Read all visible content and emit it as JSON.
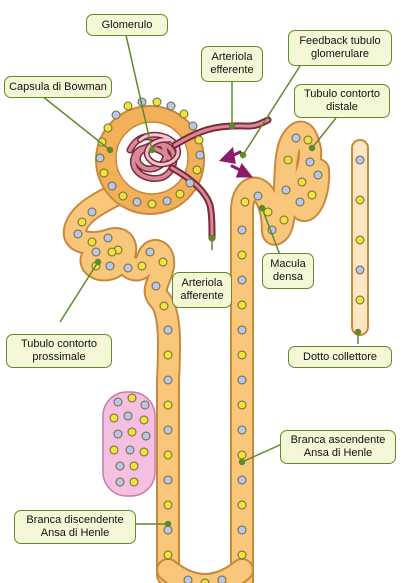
{
  "labels": {
    "glomerulo": "Glomerulo",
    "capsula": "Capsula di Bowman",
    "arteriola_efferente": "Arteriola\nefferente",
    "feedback": "Feedback tubulo\nglomerulare",
    "tubulo_distale": "Tubulo contorto\ndistale",
    "macula_densa": "Macula\ndensa",
    "arteriola_afferente": "Arteriola\nafferente",
    "tubulo_prossimale": "Tubulo contorto\nprossimale",
    "dotto_collettore": "Dotto collettore",
    "branca_ascendente": "Branca ascendente\nAnsa di Henle",
    "branca_discendente": "Branca discendente\nAnsa di Henle"
  },
  "colors": {
    "tubule_fill": "#f9c77c",
    "tubule_stroke": "#c9893a",
    "capsule_fill": "#f3b05a",
    "vessel": "#7a2a3c",
    "capillary": "#d98896",
    "capillary_light": "#f2c4cc",
    "duct_fill": "#fde6c4",
    "vasa_recta": "#f4bfe0",
    "vasa_recta_stroke": "#c97aab",
    "cell_yellow": "#f2e13a",
    "cell_blue": "#b9c6ea",
    "cell_stroke": "#6b6a3a",
    "label_bg": "#f4f8d6",
    "label_border": "#5e8a2a",
    "arrow": "#8a1c6a"
  }
}
